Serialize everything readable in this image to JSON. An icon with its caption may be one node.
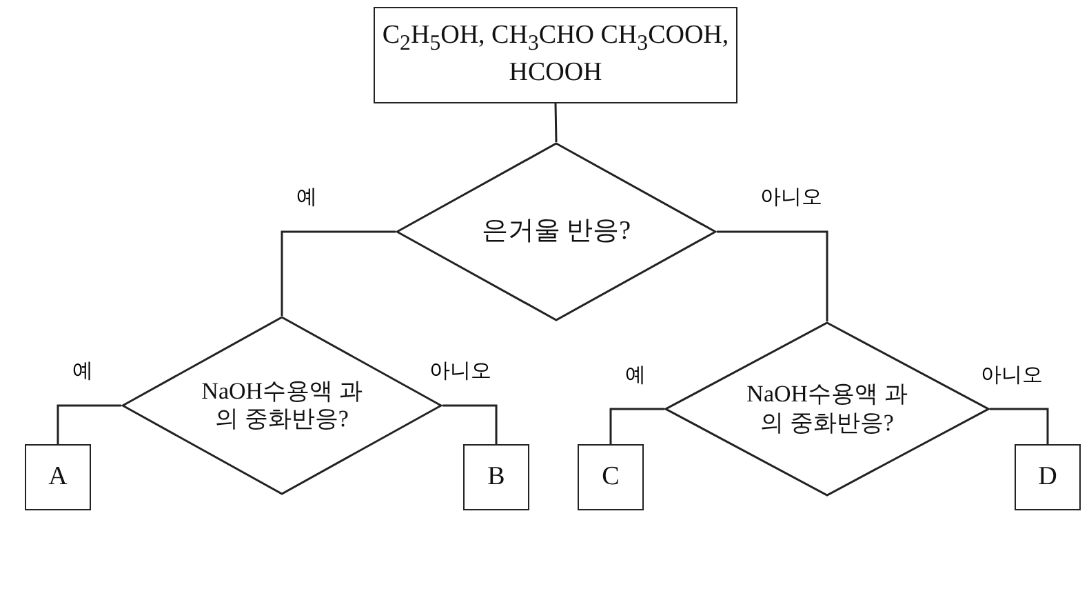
{
  "diagram": {
    "nodes": [
      {
        "text": [
          "C$_{2}$H$_{5}$OH, CH$_{3}$CHO CH$_{3}$COOH, HCOOH"
        ]
      },
      {
        "text": [
          "은거울 반응?"
        ]
      },
      {
        "text": [
          "NaOH수용액 과의 중화반응?"
        ]
      },
      {
        "text": [
          "NaOH수용액 과의 중화반응?"
        ]
      },
      {
        "text": [
          "A"
        ]
      },
      {
        "text": [
          "B"
        ]
      },
      {
        "text": [
          "C"
        ]
      },
      {
        "text": [
          "D"
        ]
      }
    ],
    "edges": [
      {
        "from": 0,
        "to": 1,
        "arrow": "none"
      },
      {
        "from": 1,
        "to": 2,
        "arrow": "none",
        "label": "예"
      },
      {
        "from": 1,
        "to": 3,
        "arrow": "none",
        "label": "아니오"
      },
      {
        "from": 2,
        "to": 4,
        "arrow": "none",
        "label": "예"
      },
      {
        "from": 2,
        "to": 5,
        "arrow": "none",
        "label": "아니오"
      },
      {
        "from": 3,
        "to": 6,
        "arrow": "none",
        "label": "예"
      },
      {
        "from": 3,
        "to": 7,
        "arrow": "none",
        "label": "아니오"
      }
    ]
  }
}
